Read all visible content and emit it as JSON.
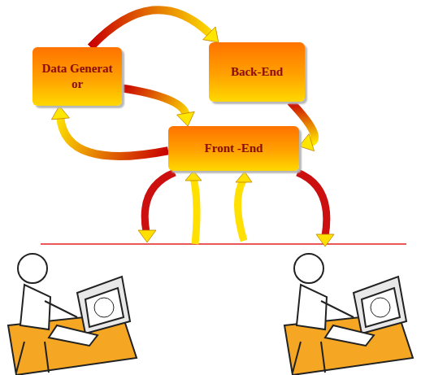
{
  "diagram": {
    "nodes": [
      {
        "text": [
          "Data Generat or"
        ]
      },
      {
        "text": [
          "Back-End"
        ]
      },
      {
        "text": [
          "Front -End"
        ]
      }
    ],
    "edges": [
      {
        "from": 0,
        "to": 1,
        "arrow": "to"
      },
      {
        "from": 1,
        "to": 2,
        "arrow": "to"
      },
      {
        "from": 0,
        "to": 2,
        "arrow": "to"
      },
      {
        "from": 2,
        "to": 0,
        "arrow": "to"
      }
    ]
  }
}
